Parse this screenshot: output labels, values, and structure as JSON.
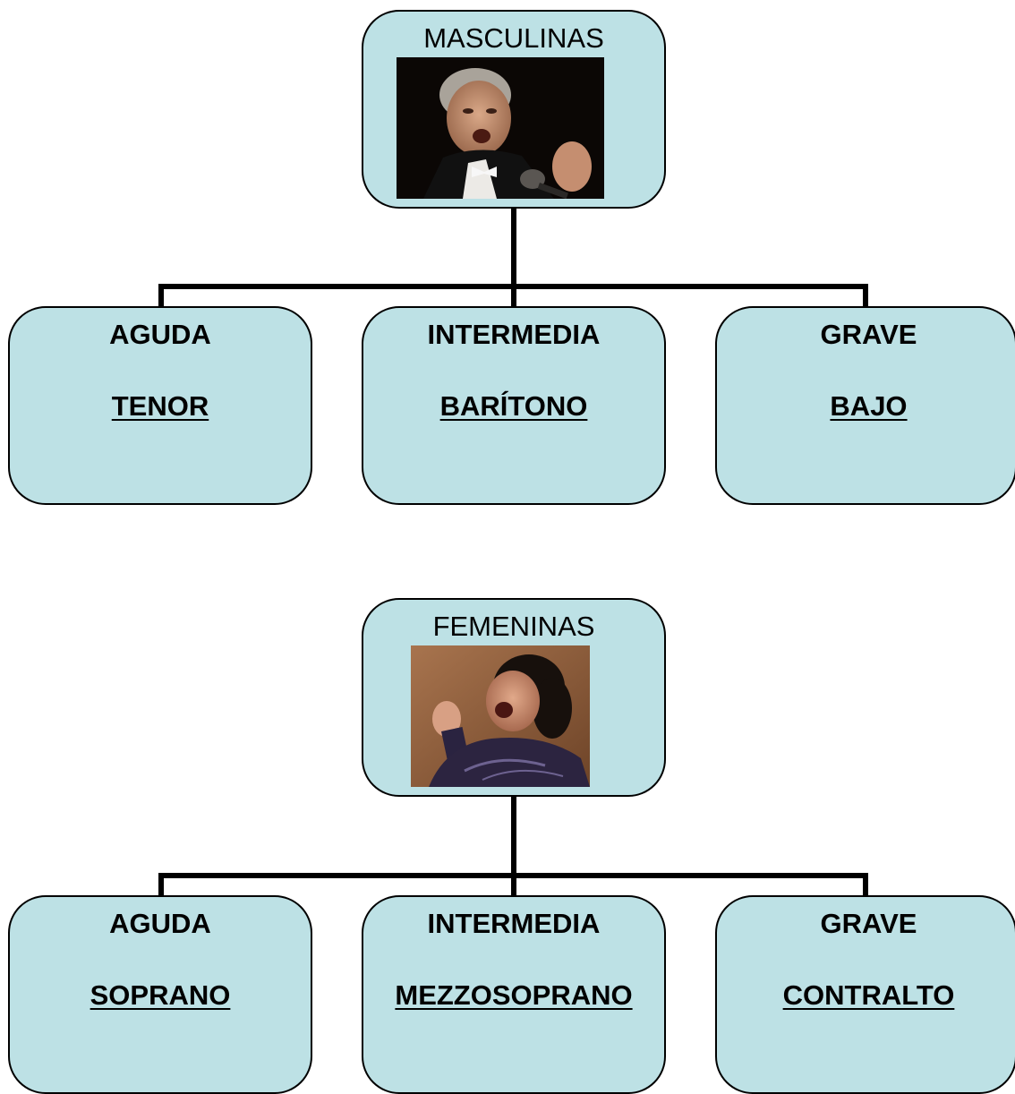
{
  "colors": {
    "box_fill": "#bde1e5",
    "box_border": "#000000",
    "connector": "#000000"
  },
  "groups": [
    {
      "title": "MASCULINAS",
      "photo": "male-opera-singer-photo",
      "children": [
        {
          "register": "AGUDA",
          "voice": "TENOR"
        },
        {
          "register": "INTERMEDIA",
          "voice": "BARÍTONO"
        },
        {
          "register": "GRAVE",
          "voice": "BAJO"
        }
      ]
    },
    {
      "title": "FEMENINAS",
      "photo": "female-opera-singer-photo",
      "children": [
        {
          "register": "AGUDA",
          "voice": "SOPRANO"
        },
        {
          "register": "INTERMEDIA",
          "voice": "MEZZOSOPRANO"
        },
        {
          "register": "GRAVE",
          "voice": "CONTRALTO"
        }
      ]
    }
  ]
}
